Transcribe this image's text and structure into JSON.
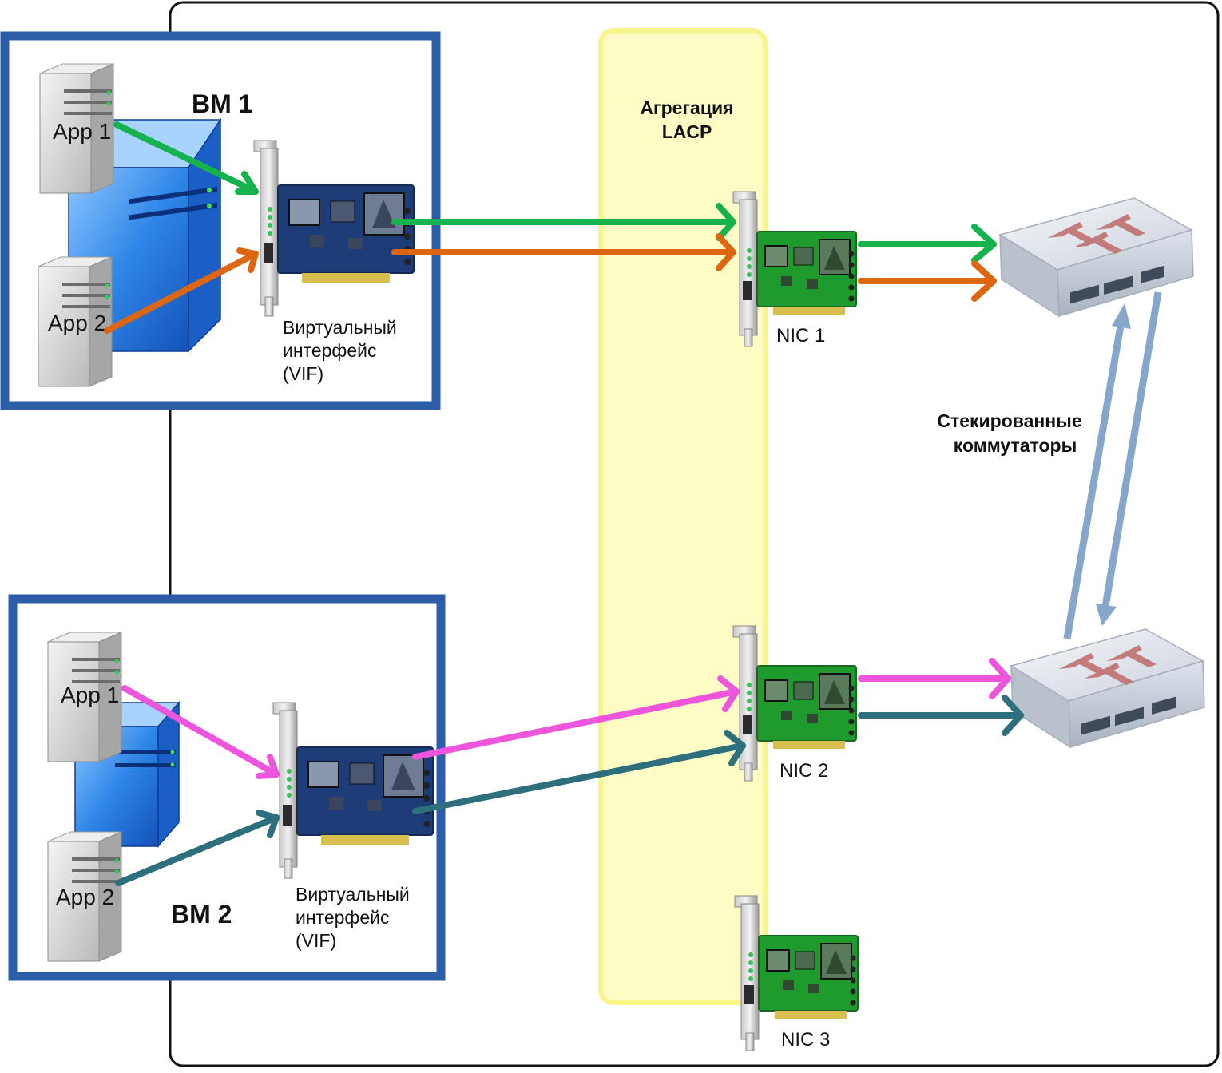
{
  "vm1": {
    "title": "ВМ 1",
    "app1": "App 1",
    "app2": "App 2",
    "vif_line1": "Виртуальный",
    "vif_line2": "интерфейс",
    "vif_line3": "(VIF)"
  },
  "vm2": {
    "title": "ВМ 2",
    "app1": "App 1",
    "app2": "App 2",
    "vif_line1": "Виртуальный",
    "vif_line2": "интерфейс",
    "vif_line3": "(VIF)"
  },
  "lacp": {
    "line1": "Агрегация",
    "line2": "LACP"
  },
  "nics": [
    "NIC 1",
    "NIC 2",
    "NIC 3"
  ],
  "switches": {
    "line1": "Стекированные",
    "line2": "коммутаторы"
  },
  "colors": {
    "green": "#15b24e",
    "orange": "#dd6612",
    "magenta": "#ee55dd",
    "teal": "#2e6f7d",
    "vm_border": "#2b5ea7",
    "lacp_fill": "#fdfcc4",
    "lacp_stroke": "#f7f48a",
    "stack_arrow": "#86a6cc"
  }
}
